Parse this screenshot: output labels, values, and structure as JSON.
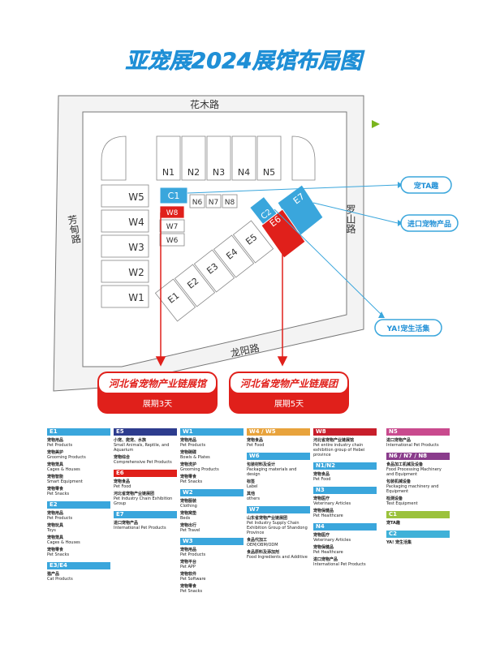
{
  "title": "亚宠展2024展馆布局图",
  "roads": {
    "north": "花木路",
    "west": "芳甸路",
    "east": "罗山路",
    "south": "龙阳路"
  },
  "halls": {
    "n": [
      "N1",
      "N2",
      "N3",
      "N4",
      "N5"
    ],
    "small": [
      "N6",
      "N7",
      "N8"
    ],
    "w": [
      "W5",
      "W4",
      "W3",
      "W2",
      "W1"
    ],
    "w_small": [
      "W8",
      "W7",
      "W6"
    ],
    "c": [
      "C1",
      "C2"
    ],
    "e": [
      "E7",
      "E6",
      "E5",
      "E4",
      "E3",
      "E2",
      "E1"
    ]
  },
  "callouts": {
    "ta": "宠TA趣",
    "import": "进口宠物产品",
    "ya": "YA!宠生活集"
  },
  "banners": {
    "left": {
      "title": "河北省宠物产业链展馆",
      "sub": "展期3天"
    },
    "right": {
      "title": "河北省宠物产业链展团",
      "sub": "展期5天"
    }
  },
  "colors": {
    "blue": "#3aa6dc",
    "red": "#e0201b",
    "navy": "#2d3c8e",
    "orange": "#e8a33c",
    "purple": "#8a3c8c",
    "pink": "#c94a8e",
    "green": "#9bc23c",
    "cyan": "#3fb1d8",
    "darkred": "#c81e2b"
  },
  "legend": [
    {
      "col": 0,
      "blocks": [
        {
          "hdr": "E1",
          "color": "#3aa6dc",
          "items": [
            [
              "宠物用品",
              "Pet Products"
            ],
            [
              "宠物美护",
              "Grooming Products"
            ],
            [
              "宠物笼具",
              "Cages & Houses"
            ],
            [
              "宠物智能",
              "Smart Equipment"
            ],
            [
              "宠物零食",
              "Pet Snacks"
            ]
          ]
        },
        {
          "hdr": "E2",
          "color": "#3aa6dc",
          "items": [
            [
              "宠物用品",
              "Pet Products"
            ],
            [
              "宠物玩具",
              "Toys"
            ],
            [
              "宠物笼具",
              "Cages & Houses"
            ],
            [
              "宠物零食",
              "Pet Snacks"
            ]
          ]
        },
        {
          "hdr": "E3/E4",
          "color": "#3aa6dc",
          "items": [
            [
              "猫产品",
              "Cat Products"
            ]
          ]
        }
      ]
    },
    {
      "col": 1,
      "blocks": [
        {
          "hdr": "E5",
          "color": "#2d3c8e",
          "items": [
            [
              "小宠、爬宠、水族",
              "Small Animals, Reptile, and Aquarium"
            ],
            [
              "宠物综合",
              "Comprehensive Pet Products"
            ]
          ]
        },
        {
          "hdr": "E6",
          "color": "#e0201b",
          "items": [
            [
              "宠物食品",
              "Pet Food"
            ],
            [
              "河北省宠物产业链展团",
              "Pet Industry Chain Exhibition Group"
            ]
          ]
        },
        {
          "hdr": "E7",
          "color": "#3aa6dc",
          "items": [
            [
              "进口宠物产品",
              "International Pet Products"
            ]
          ]
        }
      ]
    },
    {
      "col": 2,
      "blocks": [
        {
          "hdr": "W1",
          "color": "#3aa6dc",
          "items": [
            [
              "宠物用品",
              "Pet Products"
            ],
            [
              "宠物碗碟",
              "Bowls & Plates"
            ],
            [
              "宠物洗护",
              "Grooming Products"
            ],
            [
              "宠物零食",
              "Pet Snacks"
            ]
          ]
        },
        {
          "hdr": "W2",
          "color": "#3aa6dc",
          "items": [
            [
              "宠物服装",
              "Clothing"
            ],
            [
              "宠物窝垫",
              "Beds"
            ],
            [
              "宠物出行",
              "Pet Travel"
            ]
          ]
        },
        {
          "hdr": "W3",
          "color": "#3aa6dc",
          "items": [
            [
              "宠物用品",
              "Pet Products"
            ],
            [
              "宠物平台",
              "Pet APP"
            ],
            [
              "宠物软件",
              "Pet Software"
            ],
            [
              "宠物零食",
              "Pet Snacks"
            ]
          ]
        }
      ]
    },
    {
      "col": 3,
      "blocks": [
        {
          "hdr": "W4 / W5",
          "color": "#e8a33c",
          "items": [
            [
              "宠物食品",
              "Pet Food"
            ]
          ]
        },
        {
          "hdr": "W6",
          "color": "#3aa6dc",
          "items": [
            [
              "包装材料及设计",
              "Packaging materials and design"
            ],
            [
              "标签",
              "Label"
            ],
            [
              "其他",
              "others"
            ]
          ]
        },
        {
          "hdr": "W7",
          "color": "#3aa6dc",
          "items": [
            [
              "山东省宠物产业链展团",
              "Pet Industry Supply Chain Exhibition Group of Shandong Province"
            ],
            [
              "食品代加工",
              "OEM/OBM/ODM"
            ],
            [
              "食品原料及添加剂",
              "Food Ingredients and Additive"
            ]
          ]
        }
      ]
    },
    {
      "col": 4,
      "blocks": [
        {
          "hdr": "W8",
          "color": "#c81e2b",
          "items": [
            [
              "河北省宠物产业链展馆",
              "Pet entire industry chain exhibition group of Hebei province"
            ]
          ]
        },
        {
          "hdr": "N1/N2",
          "color": "#3aa6dc",
          "items": [
            [
              "宠物食品",
              "Pet Food"
            ]
          ]
        },
        {
          "hdr": "N3",
          "color": "#3aa6dc",
          "items": [
            [
              "宠物医疗",
              "Veterinary Articles"
            ],
            [
              "宠物保健品",
              "Pet Healthcare"
            ]
          ]
        },
        {
          "hdr": "N4",
          "color": "#3aa6dc",
          "items": [
            [
              "宠物医疗",
              "Veterinary Articles"
            ],
            [
              "宠物保健品",
              "Pet Healthcare"
            ],
            [
              "进口宠物产品",
              "International Pet Products"
            ]
          ]
        }
      ]
    },
    {
      "col": 5,
      "blocks": [
        {
          "hdr": "N5",
          "color": "#c94a8e",
          "items": [
            [
              "进口宠物产品",
              "International Pet Products"
            ]
          ]
        },
        {
          "hdr": "N6 / N7 / N8",
          "color": "#8a3c8c",
          "items": [
            [
              "食品加工机械及设备",
              "Food Processing Machinery and Equipment"
            ],
            [
              "包装机械设备",
              "Packaging machinery and Equipment"
            ],
            [
              "检测设备",
              "Test Equipment"
            ]
          ]
        },
        {
          "hdr": "C1",
          "color": "#9bc23c",
          "items": [
            [
              "宠TA趣",
              ""
            ]
          ]
        },
        {
          "hdr": "C2",
          "color": "#3fb1d8",
          "items": [
            [
              "YA! 宠生活集",
              ""
            ]
          ]
        }
      ]
    }
  ]
}
